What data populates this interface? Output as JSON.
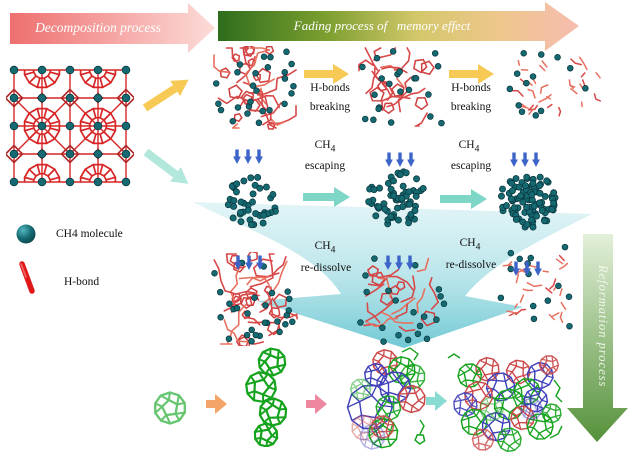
{
  "banners": {
    "decomposition": {
      "label": "Decomposition process",
      "color_left": "#ee6f6f",
      "color_right": "#fcdcd8"
    },
    "fading": {
      "label": "Fading process of   memory effect",
      "colors": [
        "#2e6d1d",
        "#7c9f2f",
        "#d3c76a",
        "#efc78d",
        "#f6bdb0"
      ]
    },
    "reformation": {
      "label": "Reformation process",
      "color_top": "#e3f0d9",
      "color_bottom": "#55913a"
    }
  },
  "legend": {
    "ch4": {
      "label": "CH4 molecule",
      "icon_color": "#156a72"
    },
    "hbond": {
      "label": "H-bond",
      "icon_color": "#e01818"
    }
  },
  "steps": {
    "hbonds_breaking": {
      "line1": "H-bonds",
      "line2": "breaking"
    },
    "ch4_escaping": {
      "line1_base": "CH",
      "line1_sub": "4",
      "line2": "escaping"
    },
    "ch4_redissolve": {
      "line1_base": "CH",
      "line1_sub": "4",
      "line2": "re-dissolve"
    }
  },
  "colors": {
    "lattice_bond": "#d82525",
    "ch4_dot": "#156a72",
    "stick": "#d84848",
    "stick_light": "#e8705f",
    "funnel": "#8fd2da",
    "arrow_yellow": "#f6ca55",
    "arrow_teal": "#7ed7c6",
    "arrow_teal_light": "#b2e7db",
    "arrow_blue": "#3c63c8",
    "arrow_orange": "#f4a468",
    "arrow_pink": "#ee88a0",
    "arrow_cyan": "#8adcd2",
    "cage_green": "#14a31c",
    "cage_green_light": "#66c56f",
    "cage_blue": "#4040bb",
    "cage_red": "#cc4848"
  }
}
